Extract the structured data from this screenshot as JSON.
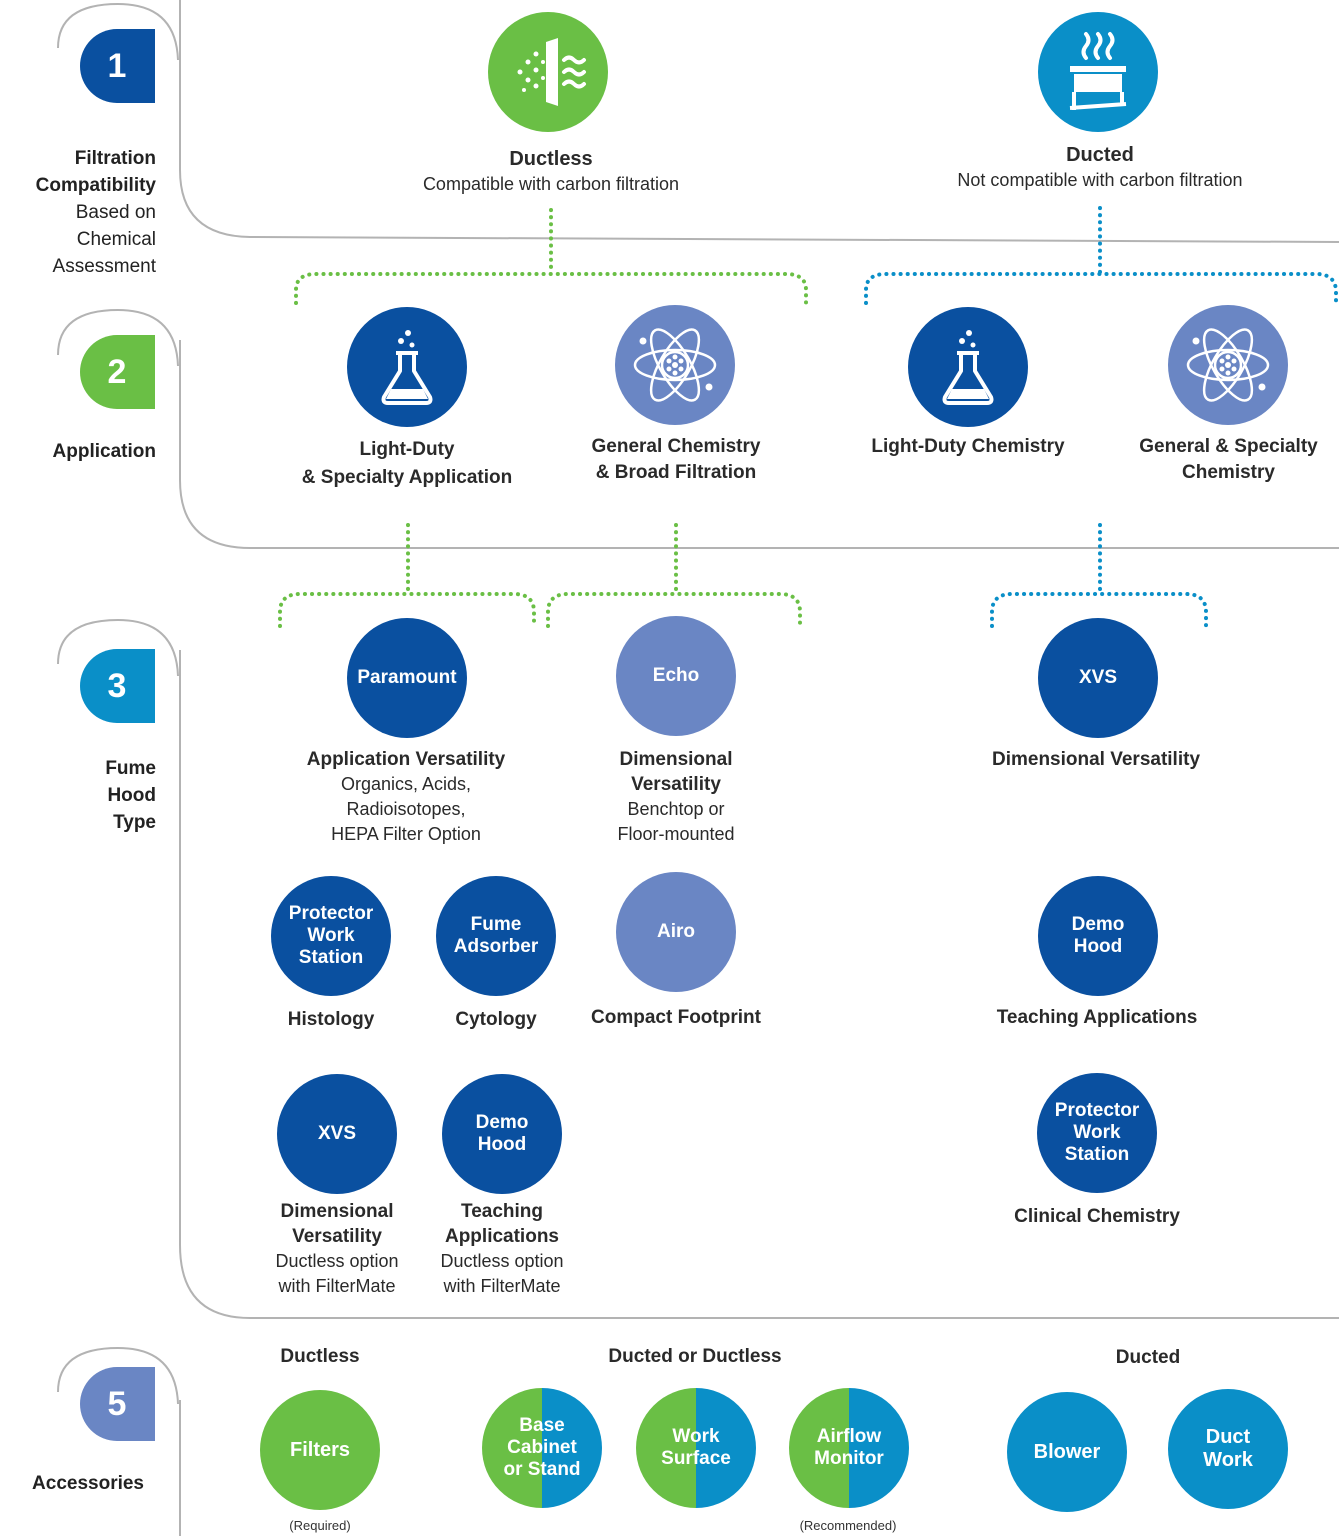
{
  "colors": {
    "green": "#6abf45",
    "teal": "#0a8fc8",
    "navy": "#0a50a0",
    "periwinkle": "#6a86c4",
    "line": "#b3b3b3"
  },
  "steps": [
    {
      "num": "1",
      "title": "Filtration Compatibility",
      "sub": "Based on Chemical Assessment"
    },
    {
      "num": "2",
      "title": "Application"
    },
    {
      "num": "3",
      "title": "Fume Hood Type"
    },
    {
      "num": "5",
      "title": "Accessories"
    }
  ],
  "filtration": {
    "ductless": {
      "icon": "ductless-filter-icon",
      "title": "Ductless",
      "sub": "Compatible with carbon filtration"
    },
    "ducted": {
      "icon": "ducted-hood-icon",
      "title": "Ducted",
      "sub": "Not compatible with carbon filtration"
    }
  },
  "applications": [
    {
      "icon": "flask-icon",
      "line1": "Light-Duty",
      "line2": "& Specialty Application"
    },
    {
      "icon": "atom-icon",
      "line1": "General Chemistry",
      "line2": "& Broad Filtration"
    },
    {
      "icon": "flask-icon",
      "line1": "Light-Duty Chemistry"
    },
    {
      "icon": "atom-icon",
      "line1": "General & Specialty",
      "line2": "Chemistry"
    }
  ],
  "hoods": {
    "paramount": {
      "name": "Paramount",
      "title": "Application Versatility",
      "desc1": "Organics, Acids,",
      "desc2": "Radioisotopes,",
      "desc3": "HEPA Filter Option"
    },
    "echo": {
      "name": "Echo",
      "title1": "Dimensional",
      "title2": "Versatility",
      "desc1": "Benchtop or",
      "desc2": "Floor-mounted"
    },
    "xvs_ducted": {
      "name": "XVS",
      "title": "Dimensional Versatility"
    },
    "protector": {
      "name1": "Protector",
      "name2": "Work",
      "name3": "Station",
      "title": "Histology"
    },
    "fume_adsorber": {
      "name1": "Fume",
      "name2": "Adsorber",
      "title": "Cytology"
    },
    "airo": {
      "name": "Airo",
      "title": "Compact Footprint"
    },
    "demo_ducted": {
      "name1": "Demo",
      "name2": "Hood",
      "title": "Teaching Applications"
    },
    "xvs_ductless": {
      "name": "XVS",
      "title1": "Dimensional",
      "title2": "Versatility",
      "desc1": "Ductless option",
      "desc2": "with FilterMate"
    },
    "demo_ductless": {
      "name1": "Demo",
      "name2": "Hood",
      "title1": "Teaching",
      "title2": "Applications",
      "desc1": "Ductless option",
      "desc2": "with FilterMate"
    },
    "protector_ducted": {
      "name1": "Protector",
      "name2": "Work",
      "name3": "Station",
      "title": "Clinical Chemistry"
    }
  },
  "accessories": {
    "heading_ductless": "Ductless",
    "heading_both": "Ducted or Ductless",
    "heading_ducted": "Ducted",
    "filters": "Filters",
    "base1": "Base",
    "base2": "Cabinet",
    "base3": "or Stand",
    "work1": "Work",
    "work2": "Surface",
    "airflow1": "Airflow",
    "airflow2": "Monitor",
    "blower": "Blower",
    "duct1": "Duct",
    "duct2": "Work",
    "required": "(Required)",
    "recommended": "(Recommended)"
  }
}
